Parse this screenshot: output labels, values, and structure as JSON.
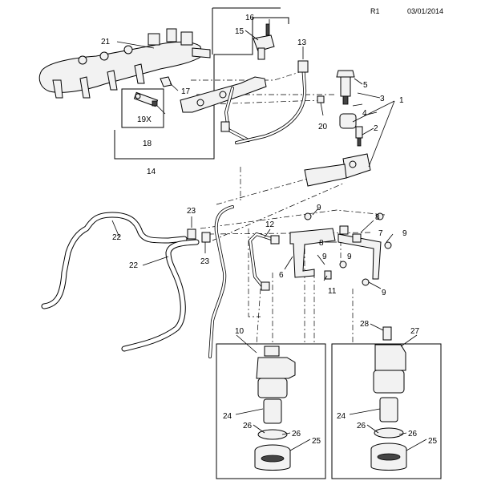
{
  "header": {
    "revision": "R1",
    "date": "03/01/2014"
  },
  "callouts": {
    "c1": "1",
    "c2": "2",
    "c3": "3",
    "c4": "4",
    "c5": "5",
    "c6": "6",
    "c7": "7",
    "c8a": "8",
    "c8b": "8",
    "c9a": "9",
    "c9b": "9",
    "c9c": "9",
    "c9d": "9",
    "c9e": "9",
    "c10": "10",
    "c11": "11",
    "c12": "12",
    "c13": "13",
    "c14": "14",
    "c15": "15",
    "c16": "16",
    "c17": "17",
    "c18": "18",
    "c19x": "19X",
    "c20": "20",
    "c21": "21",
    "c22a": "22",
    "c22b": "22",
    "c23a": "23",
    "c23b": "23",
    "c24a": "24",
    "c24b": "24",
    "c25a": "25",
    "c25b": "25",
    "c26a": "26",
    "c26b": "26",
    "c26c": "26",
    "c26d": "26",
    "c27": "27",
    "c28": "28"
  }
}
